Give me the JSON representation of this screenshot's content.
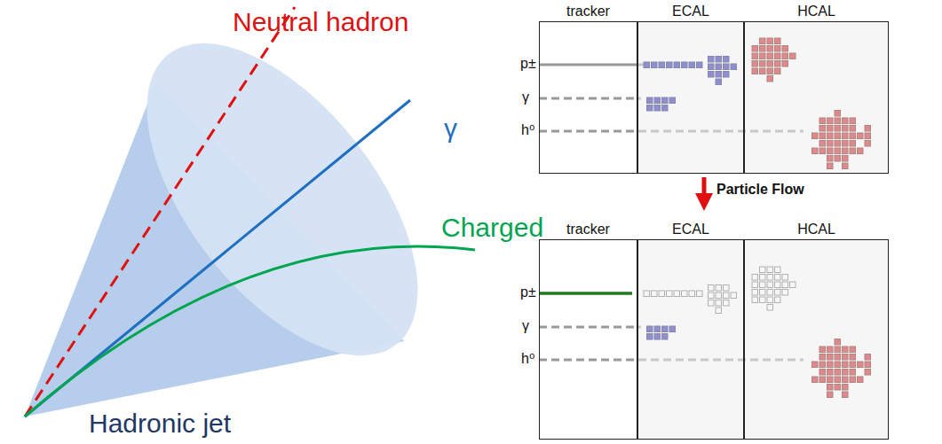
{
  "diagram": {
    "nodes": [
      {
        "text": [
          "tracker"
        ]
      },
      {
        "text": [
          "ECAL"
        ]
      },
      {
        "text": [
          "HCAL"
        ]
      },
      {
        "text": [
          "tracker"
        ]
      },
      {
        "text": [
          "ECAL"
        ]
      },
      {
        "text": [
          "HCAL"
        ]
      }
    ],
    "labels": [
      "Neutral hadron",
      "γ",
      "Charged",
      "Hadronic jet",
      "p±",
      "γ",
      "h⁰",
      "Particle Flow",
      "p±",
      "γ",
      "h⁰"
    ]
  }
}
